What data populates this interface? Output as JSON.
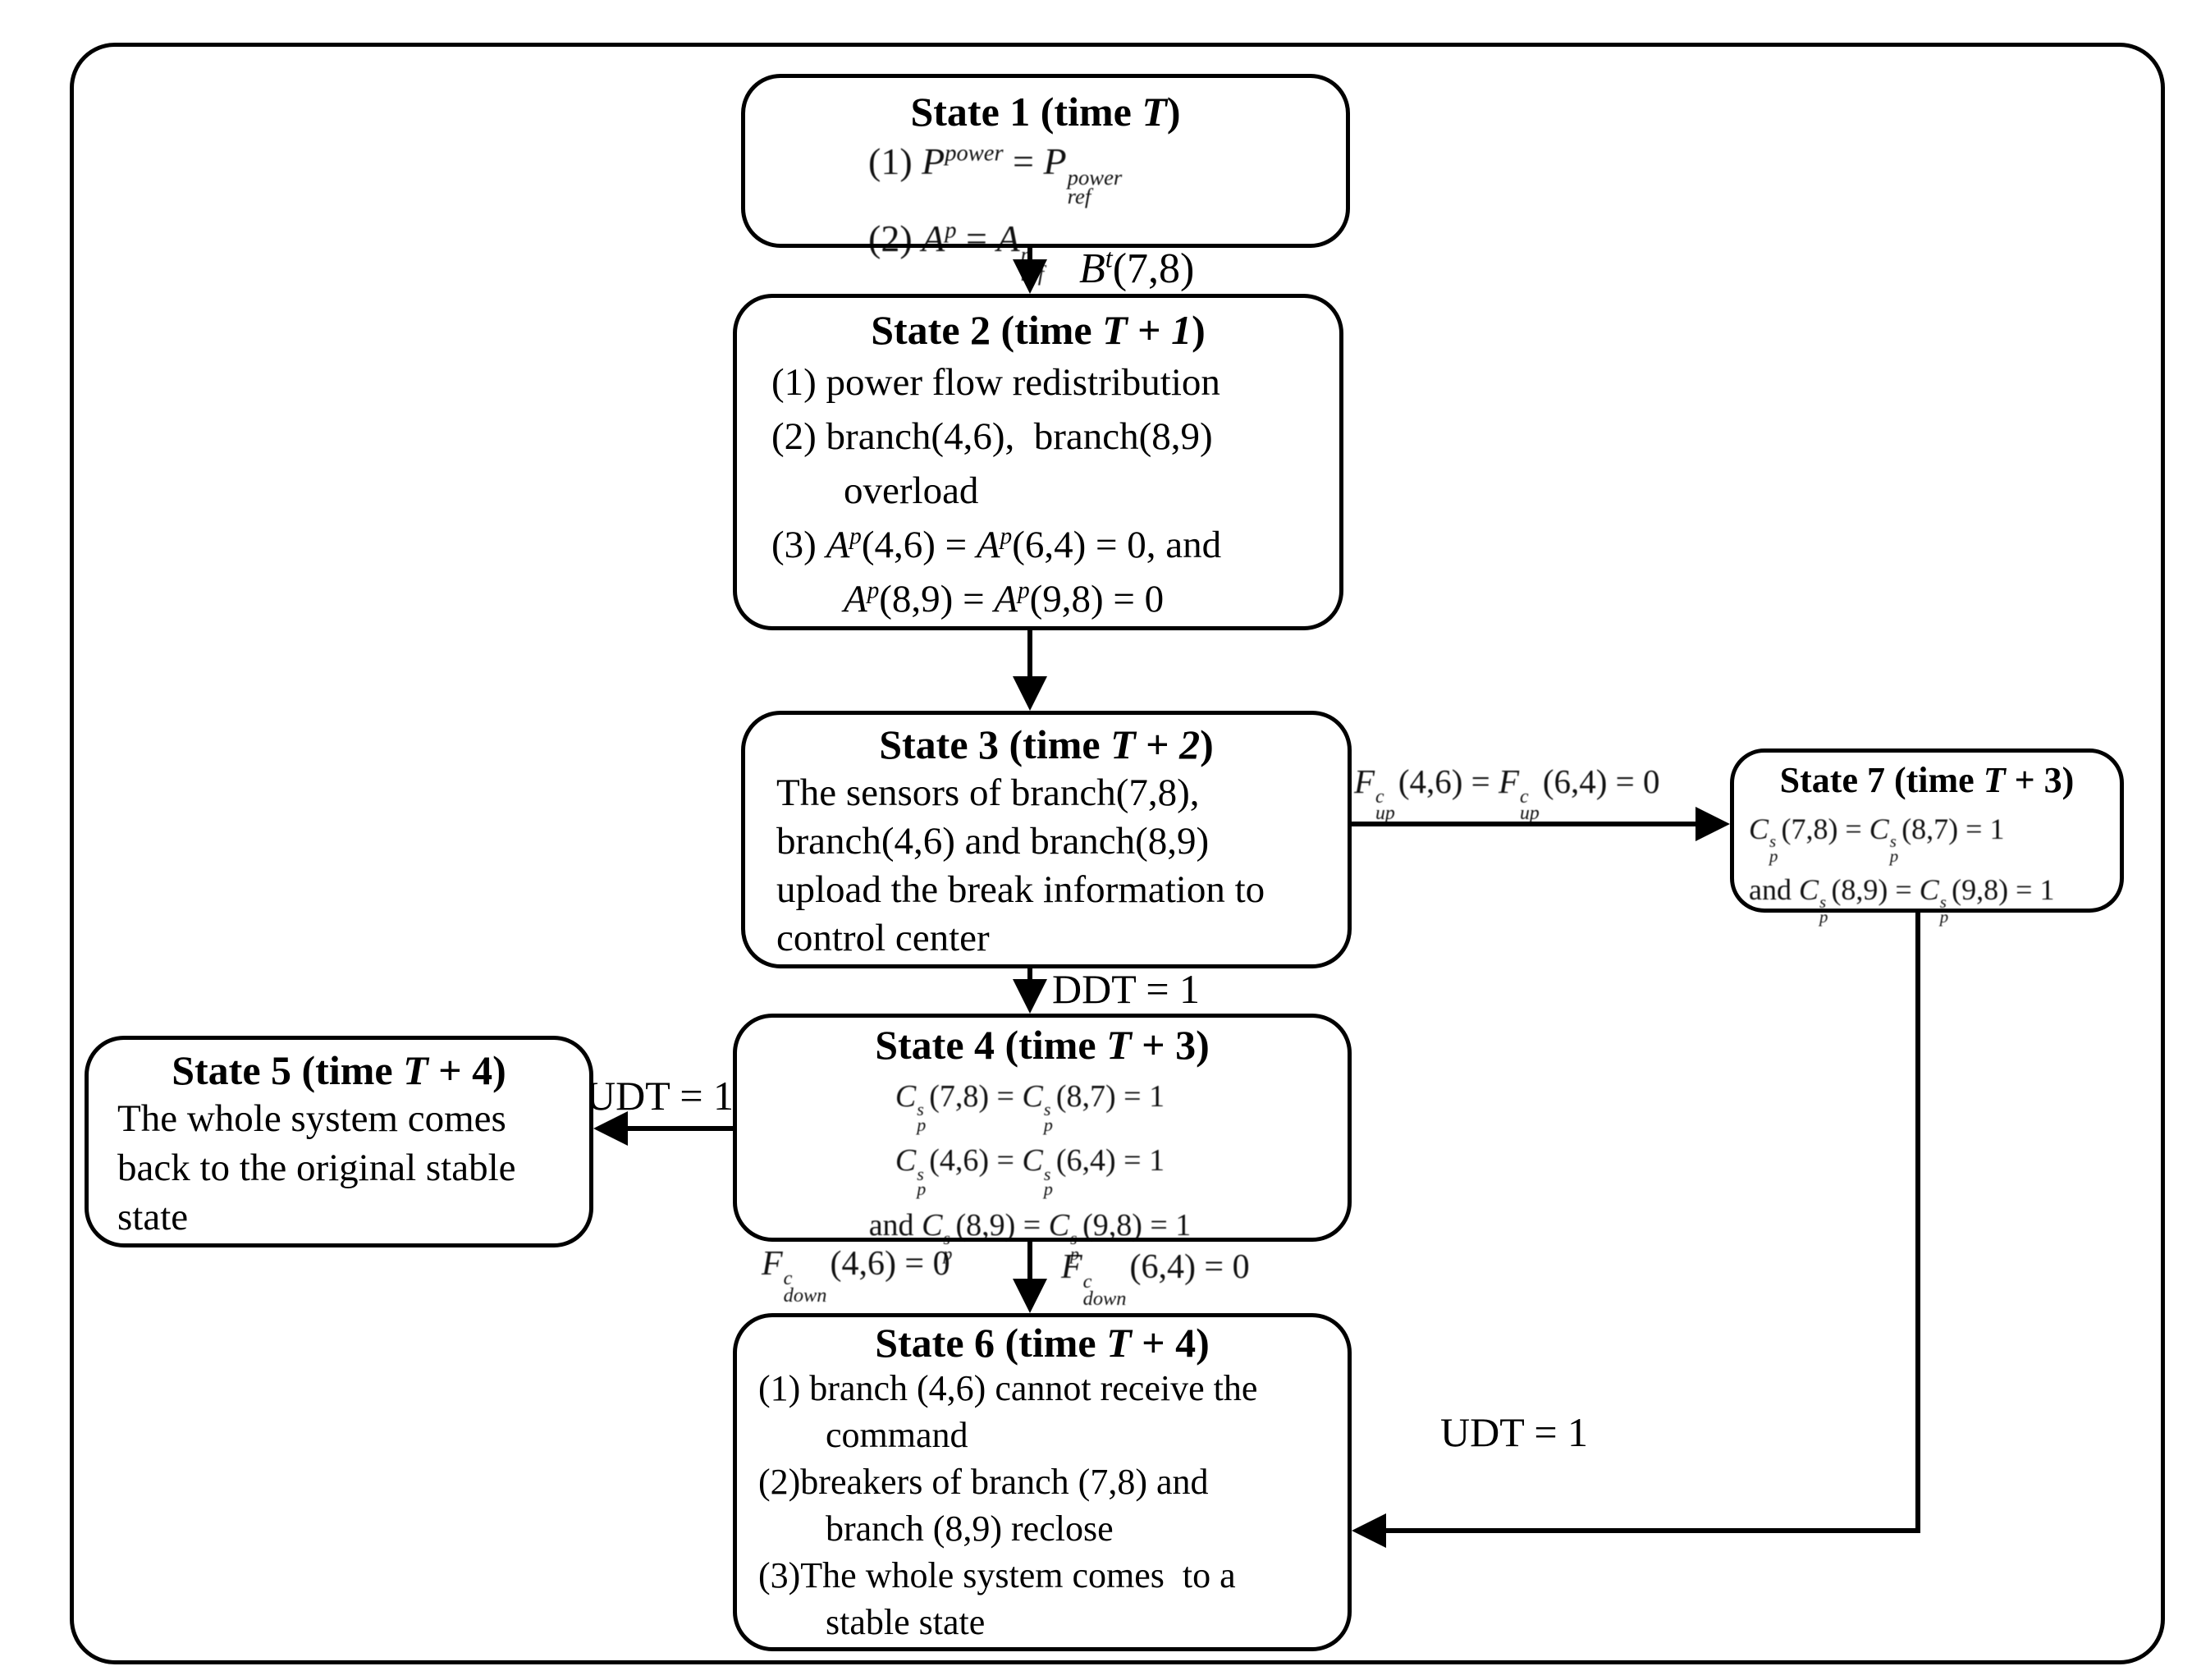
{
  "figure": {
    "type": "state-transition-diagram",
    "states": {
      "s1": {
        "title": "State 1 (time T)",
        "title_html": "State 1 (time <i>T</i>)",
        "lines": [
          {
            "text": "(1) P^power = P_ref^power",
            "html": "(1) <i>P</i><sup>power</sup> = <i>P</i><span class='ss'><span>power</span><span>ref</span></span>"
          },
          {
            "text": "(2) A^p = A_ref^p",
            "html": "(2) <i>A</i><sup>p</sup> = <i>A</i><span class='ss'><span>p</span><span>ref</span></span>"
          }
        ]
      },
      "s2": {
        "title": "State 2 (time T + 1)",
        "title_html": "State 2 (time <i>T</i> + <i>1</i>)",
        "lines": [
          {
            "text": "(1) power flow redistribution",
            "html": "(1) power flow redistribution"
          },
          {
            "text": "(2) branch(4,6),  branch(8,9)",
            "html": "(2) branch(4,6),&nbsp; branch(8,9)"
          },
          {
            "text": "overload",
            "html": "overload"
          },
          {
            "text": "(3) A^p(4,6) = A^p(6,4) = 0, and",
            "html": "(3) <i>A</i><sup>p</sup>(4,6) = <i>A</i><sup>p</sup>(6,4) = 0, and"
          },
          {
            "text": "A^p(8,9) = A^p(9,8) = 0",
            "html": "<i>A</i><sup>p</sup>(8,9) = <i>A</i><sup>p</sup>(9,8) = 0"
          }
        ]
      },
      "s3": {
        "title": "State 3 (time T + 2)",
        "title_html": "State 3 (time <i>T</i> + <i>2</i>)",
        "lines": [
          {
            "text": "The sensors of branch(7,8),",
            "html": "The sensors of branch(7,8),"
          },
          {
            "text": "branch(4,6) and branch(8,9)",
            "html": "branch(4,6) and branch(8,9)"
          },
          {
            "text": "upload the break information to",
            "html": "upload the break information to"
          },
          {
            "text": "control center",
            "html": "control center"
          }
        ]
      },
      "s4": {
        "title": "State 4 (time T + 3)",
        "title_html": "State 4 (time <i>T</i> + 3)",
        "lines": [
          {
            "text": "C_p^s(7,8) = C_p^s(8,7) = 1",
            "html": "<i>C</i><span class='ss'><span>s</span><span>p</span></span>(7,8) = <i>C</i><span class='ss'><span>s</span><span>p</span></span>(8,7) = 1"
          },
          {
            "text": "C_p^s(4,6) = C_p^s(6,4) = 1",
            "html": "<i>C</i><span class='ss'><span>s</span><span>p</span></span>(4,6) = <i>C</i><span class='ss'><span>s</span><span>p</span></span>(6,4) = 1"
          },
          {
            "text": "and C_p^s(8,9) = C_p^s(9,8) = 1",
            "html": "and <i>C</i><span class='ss'><span>s</span><span>p</span></span>(8,9) = <i>C</i><span class='ss'><span>s</span><span>p</span></span>(9,8) = 1"
          }
        ]
      },
      "s5": {
        "title": "State 5 (time T + 4)",
        "title_html": "State 5 (time <i>T</i> + 4)",
        "lines": [
          {
            "text": "The whole system comes",
            "html": "The whole system comes"
          },
          {
            "text": "back to the original stable",
            "html": "back to the original stable"
          },
          {
            "text": "state",
            "html": "state"
          }
        ]
      },
      "s6": {
        "title": "State 6 (time T + 4)",
        "title_html": "State 6 (time <i>T</i> + 4)",
        "lines": [
          {
            "text": "(1) branch (4,6) cannot receive the",
            "html": "(1) branch (4,6) cannot receive the"
          },
          {
            "text": "command",
            "html": "command"
          },
          {
            "text": "(2)breakers of branch (7,8) and",
            "html": "(2)breakers of branch (7,8) and"
          },
          {
            "text": "branch (8,9) reclose",
            "html": "branch (8,9) reclose"
          },
          {
            "text": "(3)The whole system comes  to a",
            "html": "(3)The whole system comes&nbsp; to a"
          },
          {
            "text": "stable state",
            "html": "stable state"
          }
        ]
      },
      "s7": {
        "title": "State 7 (time T + 3)",
        "title_html": "State 7 (time <i>T</i> + 3)",
        "lines": [
          {
            "text": "C_p^s(7,8) = C_p^s(8,7) = 1",
            "html": "<i>C</i><span class='ss'><span>s</span><span>p</span></span>(7,8) = <i>C</i><span class='ss'><span>s</span><span>p</span></span>(8,7) = 1"
          },
          {
            "text": "and C_p^s(8,9) = C_p^s(9,8) = 1",
            "html": "and <i>C</i><span class='ss'><span>s</span><span>p</span></span>(8,9) = <i>C</i><span class='ss'><span>s</span><span>p</span></span>(9,8) = 1"
          }
        ]
      }
    },
    "transitions": {
      "bt": {
        "from": "s1",
        "to": "s2",
        "text": "B^t(7,8)",
        "html": "<i>B</i><sup>t</sup>(7,8)"
      },
      "s2s3": {
        "from": "s2",
        "to": "s3",
        "text": "",
        "html": ""
      },
      "fup": {
        "from": "s3",
        "to": "s7",
        "text": "F_up^c(4,6) = F_up^c(6,4) = 0",
        "html": "<i>F</i><span class='ss'><span>c</span><span>up</span></span>(4,6) = <i>F</i><span class='ss'><span>c</span><span>up</span></span>(6,4) = 0"
      },
      "ddt": {
        "from": "s3",
        "to": "s4",
        "text": "DDT = 1",
        "html": "DDT = 1"
      },
      "udt45": {
        "from": "s4",
        "to": "s5",
        "text": "UDT = 1",
        "html": "UDT = 1"
      },
      "fdown46": {
        "from": "s4",
        "to": "s6",
        "text": "F_down^c(4,6) = 0",
        "html": "<i>F</i><span class='ss'><span>c</span><span>down</span></span>(4,6) = 0"
      },
      "fdown64": {
        "from": "s4",
        "to": "s6",
        "text": "F_down^c(6,4) = 0",
        "html": "<i>F</i><span class='ss'><span>c</span><span>down</span></span>(6,4) = 0"
      },
      "udt76": {
        "from": "s7",
        "to": "s6",
        "text": "UDT = 1",
        "html": "UDT = 1"
      }
    },
    "colors": {
      "line": "#000000",
      "background": "#ffffff"
    }
  }
}
